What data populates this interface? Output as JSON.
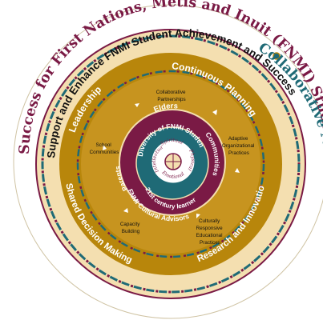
{
  "colors": {
    "maroon": "#7a1a45",
    "teal": "#1f6a76",
    "cream": "#f4dfb0",
    "gold": "#b8860b",
    "goldLight": "#d2a437",
    "white": "#ffffff",
    "black": "#111111"
  },
  "outer_ring": {
    "maroon_text": "Success for First Nations, Métis and Inuit (FNMI) Students",
    "teal_text": "Collaborative Model"
  },
  "second_ring_text": "Support and Enhance FNMI Student Achievement and Success",
  "third_ring": {
    "leadership": "Leadership",
    "continuous_planning": "Continuous Planning",
    "shared_decision_making": "Shared Decision Making",
    "research_innovation": "Research and Innovation"
  },
  "gold_zone_labels": {
    "collaborative_partnerships": [
      "Collaborative",
      "Partnerships"
    ],
    "adaptive_practices": [
      "Adaptive",
      "Organizational",
      "Practices"
    ],
    "culturally_responsive": [
      "Culturally",
      "Responsive",
      "Educational",
      "Practices"
    ],
    "capacity_building": [
      "Capacity",
      "Building"
    ],
    "school_communities": [
      "School",
      "Communities"
    ]
  },
  "maroon_ring_text": {
    "elders": "Elders",
    "communities": "Communities",
    "cultural_advisors": "FNMI Cultural Advisors",
    "parents": "Parents"
  },
  "teal_ring_text": {
    "diversity": "Diversity of FNMI Students",
    "learner": "21st century learner"
  },
  "medicine_wheel": {
    "spiritual": "Spiritual",
    "physical": "Physical",
    "emotional": "Emotional",
    "intellectual": "Intellectual"
  }
}
